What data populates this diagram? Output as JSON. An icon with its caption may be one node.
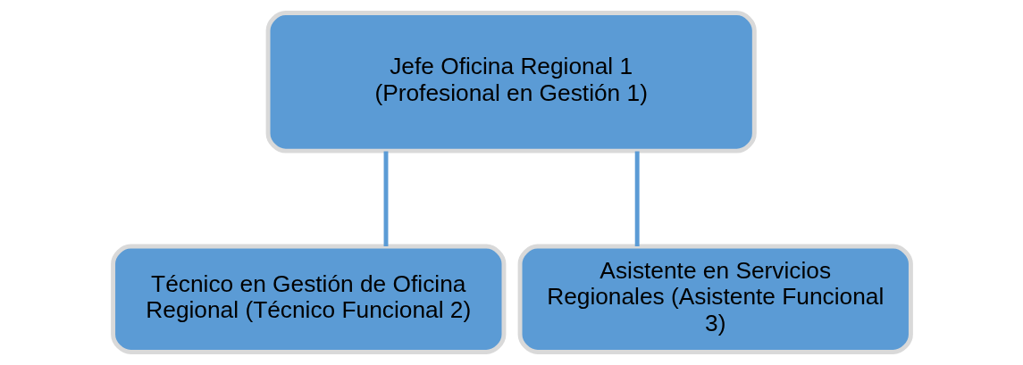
{
  "diagram": {
    "nodes": [
      {
        "text": [
          "Jefe Oficina Regional 1 (Profesional en Gestión 1)"
        ]
      },
      {
        "text": [
          "Técnico en Gestión de Oficina Regional (Técnico Funcional 2)"
        ]
      },
      {
        "text": [
          "Asistente en Servicios Regionales (Asistente Funcional 3)"
        ]
      }
    ],
    "edges": [
      {
        "from": 0,
        "to": 1,
        "arrow": "none"
      },
      {
        "from": 0,
        "to": 2,
        "arrow": "none"
      }
    ]
  }
}
